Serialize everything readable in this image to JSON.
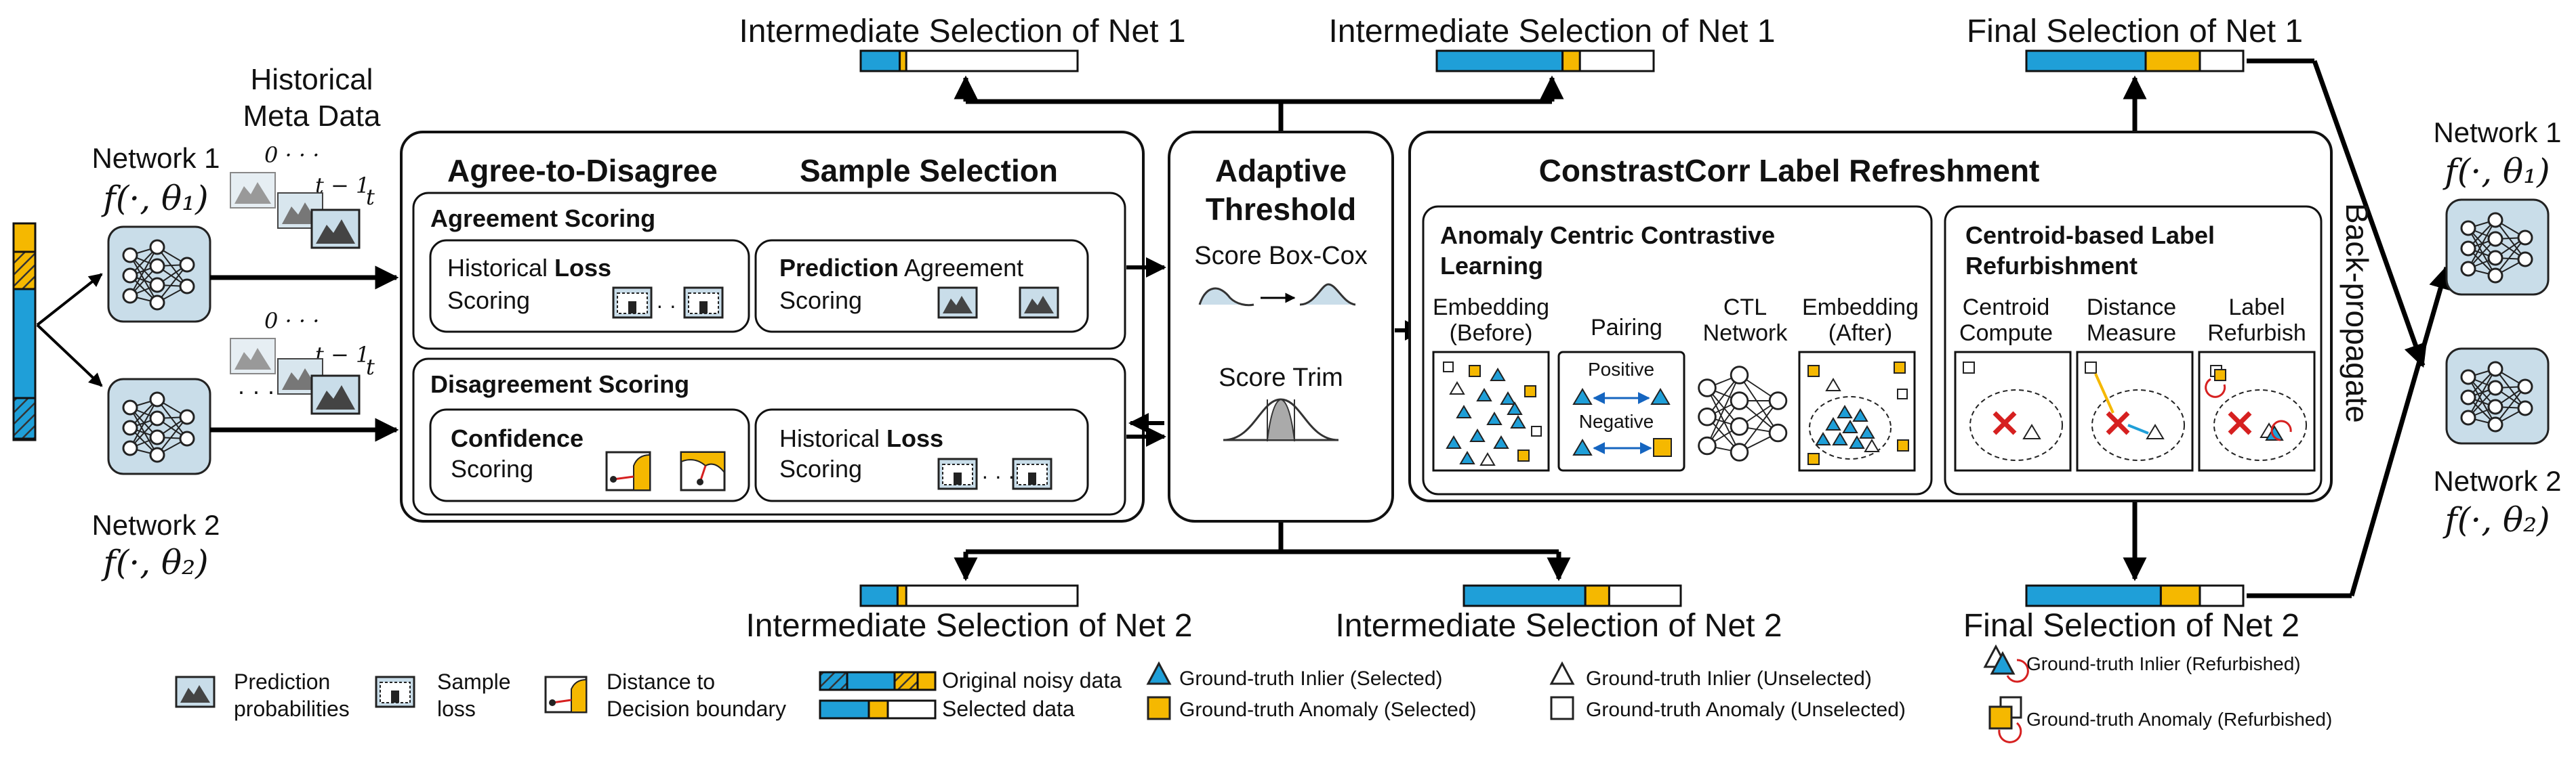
{
  "colors": {
    "selected_blue": "#1f9fd8",
    "anomaly_orange": "#f5b800",
    "icon_blue": "#c9dde9",
    "box_stroke": "#1a1a1a",
    "arrow": "#000000"
  },
  "labels": {
    "inter_sel_net1": "Intermediate Selection of Net 1",
    "inter_sel_net2": "Intermediate Selection of Net 2",
    "final_sel_net1": "Final Selection of Net 1",
    "final_sel_net2": "Final Selection of Net 2",
    "historical_meta": [
      "Historical",
      "Meta Data"
    ],
    "network1": "Network 1",
    "network2": "Network 2",
    "f_theta1": "f(·, θ₁)",
    "f_theta2": "f(·, θ₂)",
    "dots_t": "0 · · ·",
    "t_minus_1": "t − 1",
    "t": "t",
    "ellipsis": "· · ·",
    "back_propagate": "Back-propagate"
  },
  "a2d": {
    "title_left": "Agree-to-Disagree",
    "title_right": "Sample Selection",
    "agreement_title": "Agreement Scoring",
    "hist_loss_1": "Historical ",
    "hist_loss_1b": "Loss",
    "hist_loss_2": "Scoring",
    "pred_agree_1b": "Prediction",
    "pred_agree_1": " Agreement",
    "pred_agree_2": "Scoring",
    "disagreement_title": "Disagreement Scoring",
    "confidence_1b": "Confidence",
    "confidence_2": "Scoring",
    "hist_loss2_1": "Historical ",
    "hist_loss2_1b": "Loss",
    "hist_loss2_2": "Scoring"
  },
  "adaptive": {
    "title1": "Adaptive",
    "title2": "Threshold",
    "boxcox": "Score Box-Cox",
    "trim": "Score Trim"
  },
  "cc": {
    "title": "ConstrastCorr Label Refreshment",
    "acl_title1": "Anomaly Centric Contrastive",
    "acl_title2": "Learning",
    "emb_before1": "Embedding",
    "emb_before2": "(Before)",
    "pairing": "Pairing",
    "ctl1": "CTL",
    "ctl2": "Network",
    "emb_after1": "Embedding",
    "emb_after2": "(After)",
    "positive": "Positive",
    "negative": "Negative",
    "cbl_title1": "Centroid-based Label",
    "cbl_title2": "Refurbishment",
    "centroid1": "Centroid",
    "centroid2": "Compute",
    "distance1": "Distance",
    "distance2": "Measure",
    "label1": "Label",
    "label2": "Refurbish"
  },
  "legend": {
    "pred_prob1": "Prediction",
    "pred_prob2": "probabilities",
    "sample_loss1": "Sample",
    "sample_loss2": "loss",
    "distance1": "Distance to",
    "distance2": "Decision boundary",
    "orig_noisy": "Original noisy data",
    "selected": "Selected data",
    "gt_inlier_sel": "Ground-truth Inlier (Selected)",
    "gt_anomaly_sel": "Ground-truth Anomaly (Selected)",
    "gt_inlier_unsel": "Ground-truth Inlier (Unselected)",
    "gt_anomaly_unsel": "Ground-truth Anomaly (Unselected)",
    "gt_inlier_ref": "Ground-truth Inlier (Refurbished)",
    "gt_anomaly_ref": "Ground-truth Anomaly (Refurbished)"
  },
  "selection_bars": {
    "inter_top_left": {
      "blue": 0.18,
      "orange": 0.03
    },
    "inter_top_right": {
      "blue": 0.58,
      "orange": 0.08
    },
    "final_top": {
      "blue": 0.55,
      "orange": 0.25
    },
    "inter_bottom_left": {
      "blue": 0.17,
      "orange": 0.04
    },
    "inter_bottom_right": {
      "blue": 0.56,
      "orange": 0.11
    },
    "final_bottom": {
      "blue": 0.62,
      "orange": 0.18
    }
  }
}
